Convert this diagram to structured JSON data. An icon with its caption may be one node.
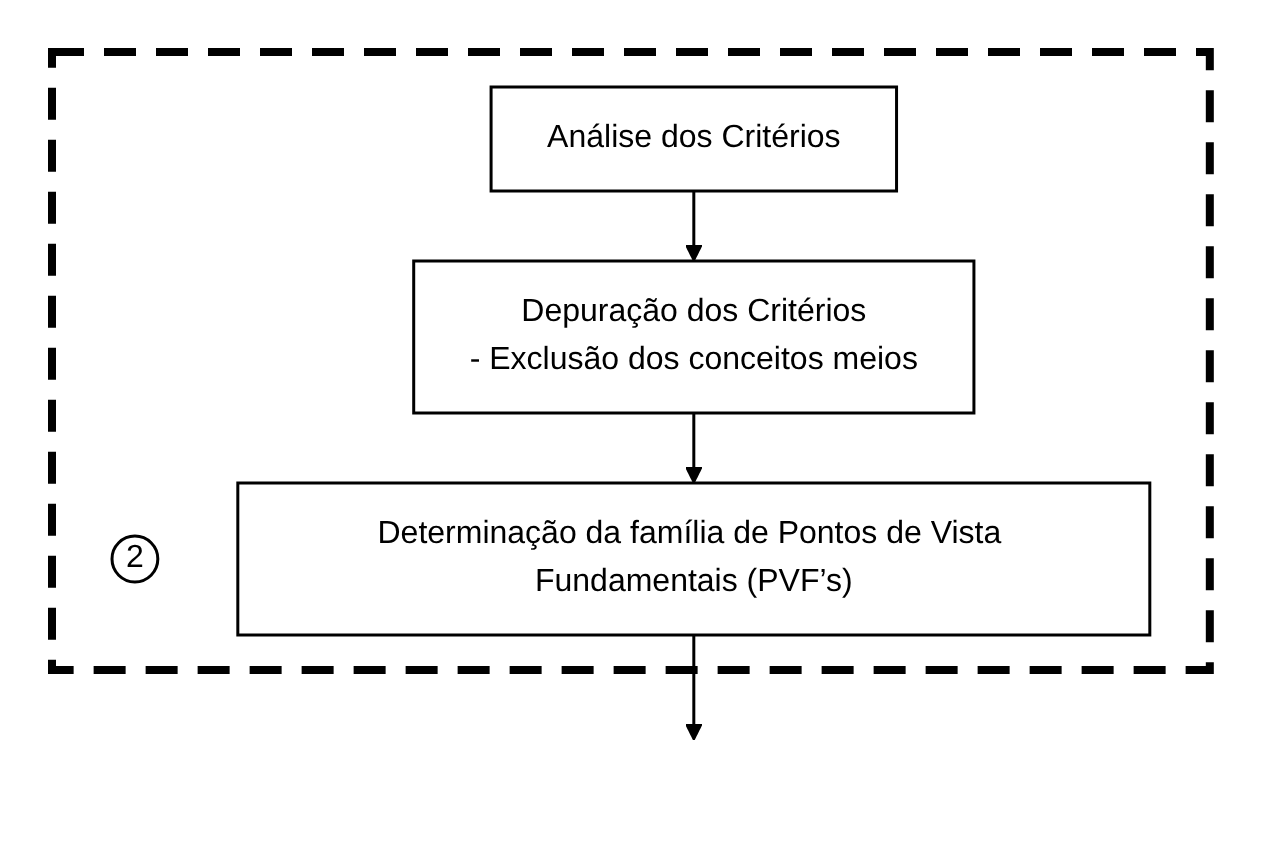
{
  "diagram": {
    "nodes": [
      {
        "text": [],
        "shape": "box"
      },
      {
        "text": [
          "2"
        ],
        "in": 0
      },
      {
        "text": [
          "Análise dos Critérios"
        ],
        "in": 0
      },
      {
        "text": [
          "Depuração dos Critérios",
          "- Exclusão dos conceitos meios"
        ],
        "in": 0
      },
      {
        "text": [
          "Determinação da família de Pontos de Vista Fundamentais (PVF’s)"
        ],
        "in": 0
      }
    ],
    "edges": [
      {
        "from": 2,
        "to": 3,
        "arrow": "to"
      },
      {
        "from": 3,
        "to": 4,
        "arrow": "to"
      },
      {
        "from": 4,
        "to": null,
        "arrow": "to"
      }
    ]
  }
}
